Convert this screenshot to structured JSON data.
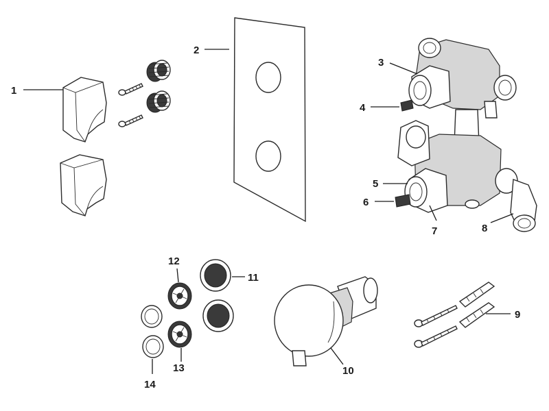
{
  "callouts": {
    "c1": "1",
    "c2": "2",
    "c3": "3",
    "c4": "4",
    "c5": "5",
    "c6": "6",
    "c7": "7",
    "c8": "8",
    "c9": "9",
    "c10": "10",
    "c11": "11",
    "c12": "12",
    "c13": "13",
    "c14": "14"
  },
  "colors": {
    "background": "#ffffff",
    "line": "#1a1a1a",
    "shade": "#d6d6d6",
    "dark": "#3a3a3a"
  }
}
